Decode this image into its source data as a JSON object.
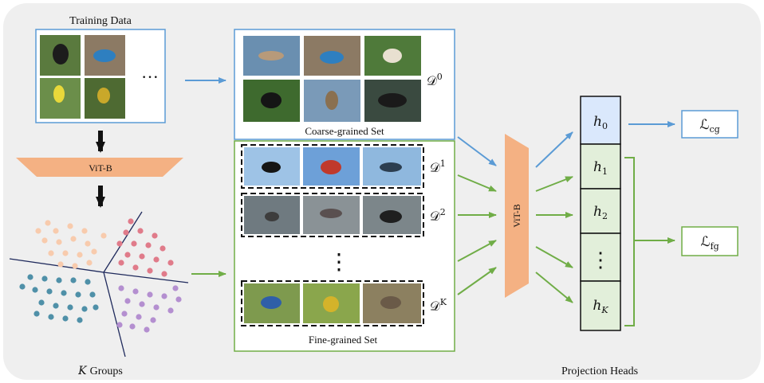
{
  "training_data": {
    "title": "Training Data",
    "ellipsis": "···"
  },
  "backbone_left": {
    "label": "ViT-B"
  },
  "clusters": {
    "label_var": "K",
    "label_text": "Groups"
  },
  "coarse_set": {
    "caption": "Coarse-grained Set",
    "dataset_base": "𝒟",
    "dataset_sup": "0"
  },
  "fine_set": {
    "caption": "Fine-grained Set",
    "rows": [
      {
        "dataset_base": "𝒟",
        "dataset_sup": "1"
      },
      {
        "dataset_base": "𝒟",
        "dataset_sup": "2"
      },
      {
        "dataset_base": "𝒟",
        "dataset_sup": "K"
      }
    ],
    "vertical_ellipsis": "⋮"
  },
  "backbone_center": {
    "label": "ViT-B"
  },
  "projection_heads": {
    "title": "Projection Heads",
    "heads": [
      {
        "base": "h",
        "sub": "0"
      },
      {
        "base": "h",
        "sub": "1"
      },
      {
        "base": "h",
        "sub": "2"
      },
      {
        "base": "",
        "sub": ""
      },
      {
        "base": "h",
        "sub": "K"
      }
    ],
    "vertical_ellipsis": "⋮"
  },
  "losses": {
    "coarse": {
      "base": "ℒ",
      "sub": "cg"
    },
    "fine": {
      "base": "ℒ",
      "sub": "fg"
    }
  },
  "colors": {
    "panel_bg": "#efefef",
    "blue": "#5b9bd5",
    "green": "#70ad47",
    "orange": "#f4b183",
    "head0_fill": "#dae8fc",
    "head_fill": "#e2efda",
    "cluster_orange": "#f8cbad",
    "cluster_red": "#e07b8a",
    "cluster_teal": "#4f90a8",
    "cluster_purple": "#b48fd0"
  }
}
